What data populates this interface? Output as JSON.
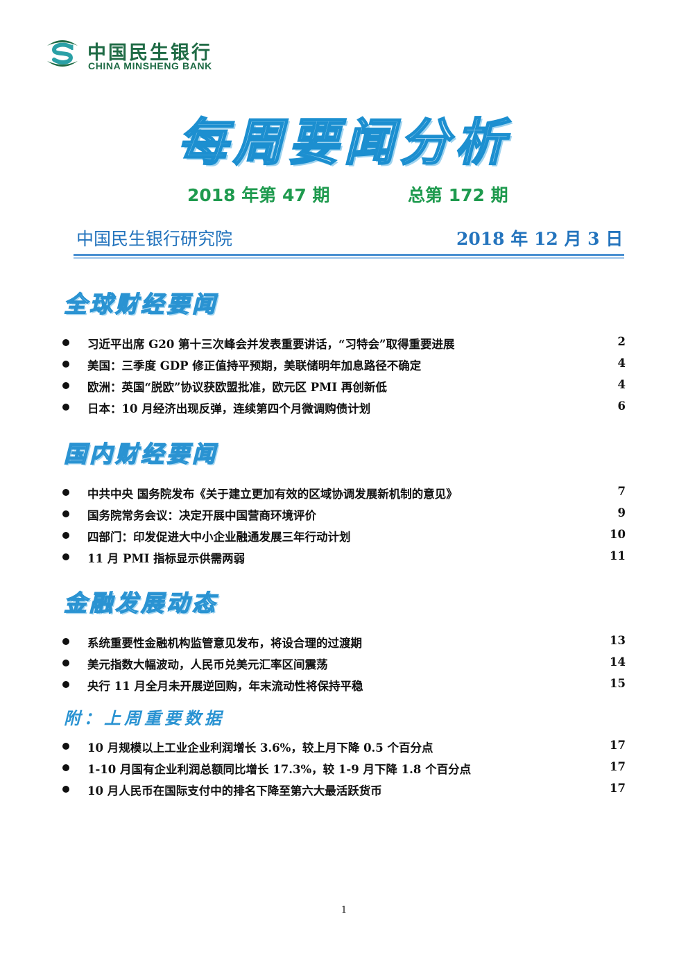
{
  "header": {
    "logo_cn": "中国民生银行",
    "logo_en": "CHINA MINSHENG BANK",
    "logo_color": "#1f6b45"
  },
  "report": {
    "title": "每周要闻分析",
    "issue": "2018 年第 47 期",
    "total_issue": "总第 172 期",
    "institute": "中国民生银行研究院",
    "date": "2018 年 12 月 3 日"
  },
  "sections": [
    {
      "heading": "全球财经要闻",
      "items": [
        {
          "title": "习近平出席 G20 第十三次峰会并发表重要讲话，“习特会”取得重要进展",
          "page": "2"
        },
        {
          "title": "美国：三季度 GDP 修正值持平预期，美联储明年加息路径不确定",
          "page": "4"
        },
        {
          "title": "欧洲：英国“脱欧”协议获欧盟批准，欧元区 PMI 再创新低",
          "page": "4"
        },
        {
          "title": "日本：10 月经济出现反弹，连续第四个月微调购债计划",
          "page": "6"
        }
      ]
    },
    {
      "heading": "国内财经要闻",
      "items": [
        {
          "title": "中共中央  国务院发布《关于建立更加有效的区域协调发展新机制的意见》",
          "page": "7"
        },
        {
          "title": "国务院常务会议：决定开展中国营商环境评价",
          "page": "9"
        },
        {
          "title": "四部门：印发促进大中小企业融通发展三年行动计划",
          "page": "10"
        },
        {
          "title": "11 月 PMI 指标显示供需两弱",
          "page": "11"
        }
      ]
    },
    {
      "heading": "金融发展动态",
      "items": [
        {
          "title": "系统重要性金融机构监管意见发布，将设合理的过渡期",
          "page": "13"
        },
        {
          "title": "美元指数大幅波动，人民币兑美元汇率区间震荡",
          "page": "14"
        },
        {
          "title": "央行 11 月全月未开展逆回购，年末流动性将保持平稳",
          "page": "15"
        }
      ]
    },
    {
      "heading": "附：上周重要数据",
      "items": [
        {
          "title": "10 月规模以上工业企业利润增长 3.6%，较上月下降 0.5 个百分点",
          "page": "17"
        },
        {
          "title": "1-10 月国有企业利润总额同比增长 17.3%，较 1-9 月下降 1.8 个百分点",
          "page": "17"
        },
        {
          "title": "10 月人民币在国际支付中的排名下降至第六大最活跃货币",
          "page": "17"
        }
      ]
    }
  ],
  "footer": {
    "page_number": "1"
  }
}
